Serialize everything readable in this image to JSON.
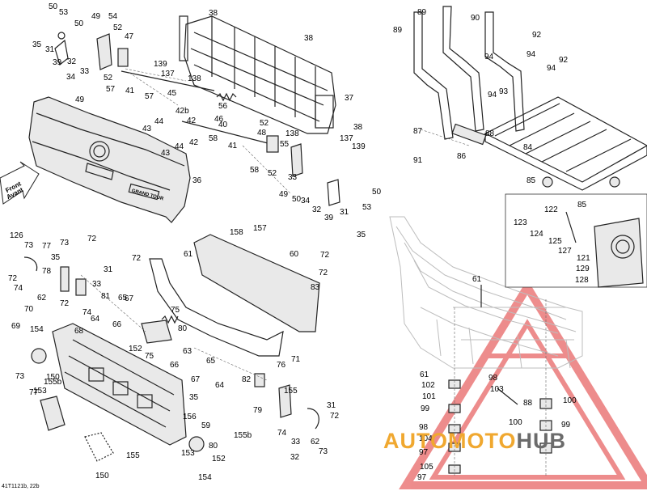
{
  "diagram": {
    "footer_code": "41T1121b, 22b",
    "arrow_label_line1": "Front",
    "arrow_label_line2": "Avant",
    "panel_logo": "GRAND TOUR"
  },
  "watermark": {
    "part1": "AUTO",
    "part2": "MOTO",
    "part3": "HUB",
    "color_orange": "#f0a830",
    "color_dark": "#6b6b6b",
    "color_red": "#e03030"
  },
  "callouts": [
    "50",
    "53",
    "49",
    "54",
    "50",
    "52",
    "47",
    "35",
    "31",
    "39",
    "32",
    "33",
    "34",
    "52",
    "57",
    "49",
    "41",
    "38",
    "38",
    "139",
    "137",
    "138",
    "45",
    "57",
    "42b",
    "43",
    "44",
    "42",
    "43",
    "44",
    "42",
    "58",
    "56",
    "46",
    "40",
    "41",
    "37",
    "38",
    "52",
    "48",
    "138",
    "55",
    "137",
    "139",
    "58",
    "52",
    "49",
    "50",
    "33",
    "34",
    "32",
    "39",
    "31",
    "53",
    "50",
    "35",
    "36",
    "89",
    "89",
    "90",
    "92",
    "94",
    "92",
    "94",
    "94",
    "93",
    "94",
    "87",
    "91",
    "86",
    "88",
    "84",
    "85",
    "85",
    "122",
    "123",
    "124",
    "125",
    "127",
    "121",
    "129",
    "128",
    "126",
    "73",
    "77",
    "73",
    "72",
    "72",
    "35",
    "78",
    "31",
    "74",
    "62",
    "33",
    "70",
    "72",
    "74",
    "81",
    "64",
    "65",
    "66",
    "67",
    "68",
    "75",
    "80",
    "69",
    "154",
    "152",
    "75",
    "63",
    "66",
    "67",
    "65",
    "64",
    "82",
    "71",
    "76",
    "72",
    "73",
    "150",
    "153",
    "155b",
    "155",
    "79",
    "74",
    "33",
    "32",
    "62",
    "31",
    "73",
    "77",
    "35",
    "156",
    "59",
    "155b",
    "80",
    "152",
    "153",
    "154",
    "155",
    "150",
    "158",
    "157",
    "61",
    "72",
    "60",
    "83",
    "72",
    "72",
    "61",
    "61",
    "102",
    "101",
    "99",
    "98",
    "104",
    "97",
    "105",
    "97",
    "98",
    "103",
    "88",
    "100",
    "100",
    "99",
    "87",
    "101"
  ]
}
